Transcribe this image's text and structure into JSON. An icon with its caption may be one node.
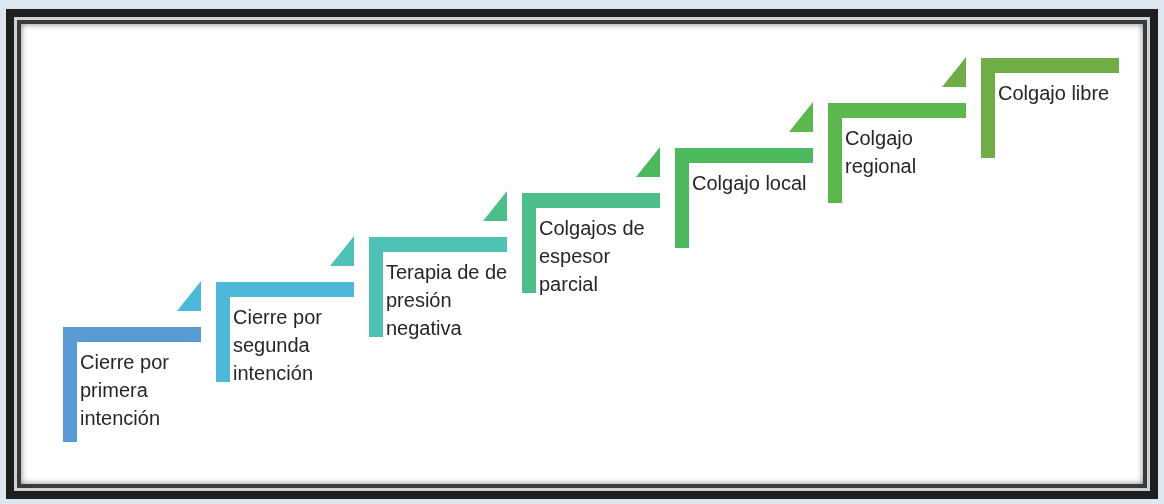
{
  "diagram": {
    "nodes": [
      {
        "text": [
          "Cierre por primera intención"
        ]
      },
      {
        "text": [
          "Cierre por segunda intención"
        ]
      },
      {
        "text": [
          "Terapia de de presión negativa"
        ]
      },
      {
        "text": [
          "Colgajos de espesor parcial"
        ]
      },
      {
        "text": [
          "Colgajo local"
        ]
      },
      {
        "text": [
          "Colgajo regional"
        ]
      },
      {
        "text": [
          "Colgajo libre"
        ]
      }
    ]
  }
}
